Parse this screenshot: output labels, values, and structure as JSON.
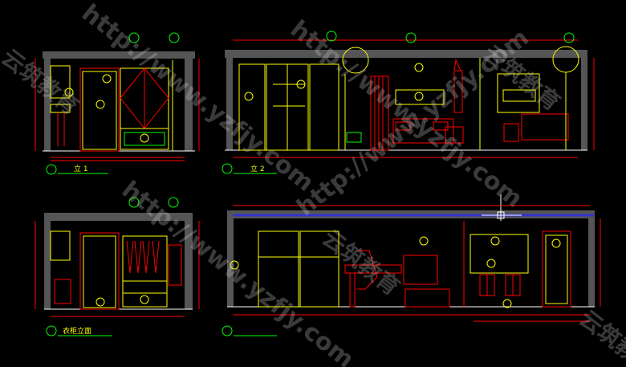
{
  "drawing": {
    "background": "#000000",
    "colors": {
      "outline": "#ffffff",
      "furniture": "#ffff00",
      "detail": "#ff0000",
      "dimension": "#ff0000",
      "annotation": "#00ff00",
      "ceiling": "#3333cc",
      "wall": "#555555"
    },
    "views": [
      {
        "id": "v1",
        "title": "立 1"
      },
      {
        "id": "v2",
        "title": "立 2"
      },
      {
        "id": "v3",
        "title": "衣柜立面"
      },
      {
        "id": "v4",
        "title": ""
      }
    ]
  },
  "watermark": {
    "site": "http://www.yzfjy.com",
    "brand": "云筑教育"
  }
}
